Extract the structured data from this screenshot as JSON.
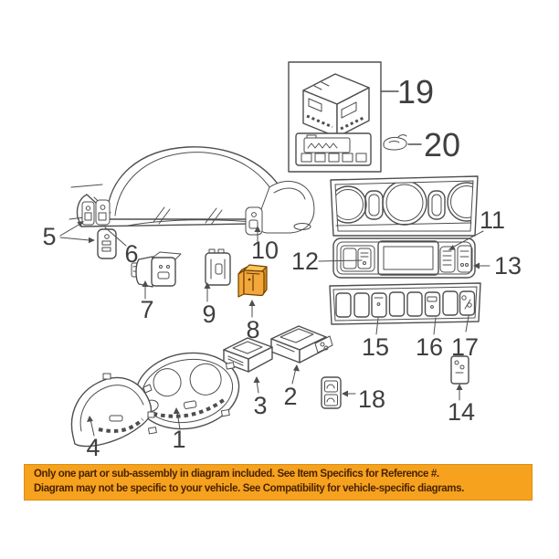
{
  "diagram": {
    "highlighted_ref": "8",
    "highlight_color": "#f3a73c",
    "line_color": "#4e4e4e",
    "label_color": "#3f3f3f",
    "labels": {
      "p1": "1",
      "p2": "2",
      "p3": "3",
      "p4": "4",
      "p5": "5",
      "p6": "6",
      "p7": "7",
      "p8": "8",
      "p9": "9",
      "p10": "10",
      "p11": "11",
      "p12": "12",
      "p13": "13",
      "p14": "14",
      "p15": "15",
      "p16": "16",
      "p17": "17",
      "p18": "18",
      "p19": "19",
      "p20": "20"
    }
  },
  "banner": {
    "line1": "Only one part or sub-assembly in diagram included. See Item Specifics for Reference #.",
    "line2": "Diagram may not be specific to your vehicle. See Compatibility for vehicle-specific diagrams.",
    "background_color": "#f6a21e",
    "border_color": "#db8e10",
    "text_color": "#4a2300"
  }
}
